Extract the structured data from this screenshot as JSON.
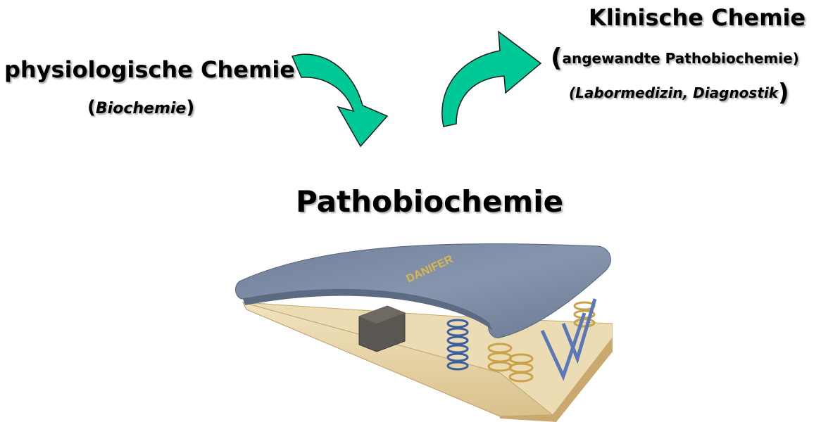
{
  "left": {
    "title": "physiologische Chemie",
    "sub_open": "(",
    "sub_text": "Biochemie",
    "sub_close": ")"
  },
  "right": {
    "title": "Klinische Chemie",
    "sub1_open": "(",
    "sub1_text": "angewandte Pathobiochemie)",
    "sub2_text": "(Labormedizin, Diagnostik",
    "sub2_close": ")"
  },
  "center": {
    "title": "Pathobiochemie"
  },
  "springboard": {
    "brand": "DANIFER"
  },
  "colors": {
    "arrow_fill": "#00c896",
    "arrow_stroke": "#1a1a1a",
    "felt": "#7d8ca3",
    "wood": "#e8d6ad"
  }
}
